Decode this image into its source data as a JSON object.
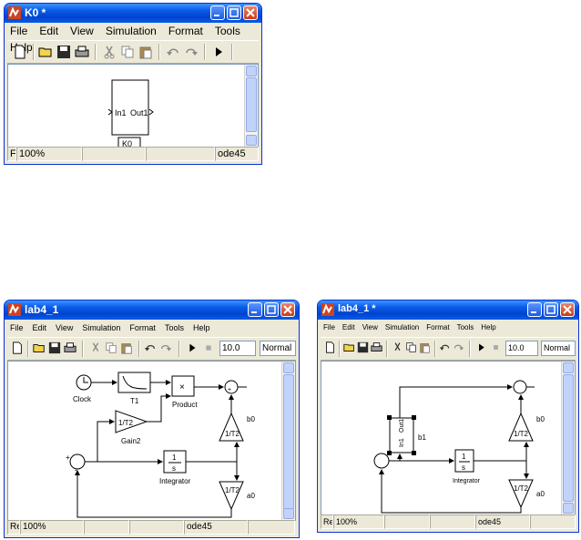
{
  "menu": [
    "File",
    "Edit",
    "View",
    "Simulation",
    "Format",
    "Tools",
    "Help"
  ],
  "w1": {
    "title": "K0 *",
    "block": {
      "in_label": "In1",
      "out_label": "Out1",
      "name": "K0"
    },
    "status": {
      "left": "F",
      "zoom": "100%",
      "solver": "ode45"
    }
  },
  "w2": {
    "title": "lab4_1",
    "stop_time": "10.0",
    "sim_mode": "Normal",
    "blocks": {
      "clock": "Clock",
      "t1": "T1",
      "product": "Product",
      "product_sym": "×",
      "gain2": "Gain2",
      "gain2_val": "1/T2",
      "b0": "b0",
      "b0_val": "1/T2",
      "integrator": "Integrator",
      "int_num": "1",
      "int_den": "s",
      "a0": "a0",
      "a0_val": "1/T2",
      "sum_sign1": "+",
      "sum_sign2": "-"
    },
    "status": {
      "left": "Re",
      "zoom": "100%",
      "solver": "ode45"
    }
  },
  "w3": {
    "title": "lab4_1 *",
    "stop_time": "10.0",
    "sim_mode": "Normal",
    "blocks": {
      "sub_in": "In1",
      "sub_out": "Out1",
      "b1": "b1",
      "b0": "b0",
      "b0_val": "1/T2",
      "integrator": "Integrator",
      "int_num": "1",
      "int_den": "s",
      "a0": "a0",
      "a0_val": "1/T2"
    },
    "status": {
      "left": "Re",
      "zoom": "100%",
      "solver": "ode45"
    }
  },
  "colors": {
    "title_blue": "#0a5ce6",
    "close_red": "#c73b1a",
    "frame": "#ece9d8"
  }
}
